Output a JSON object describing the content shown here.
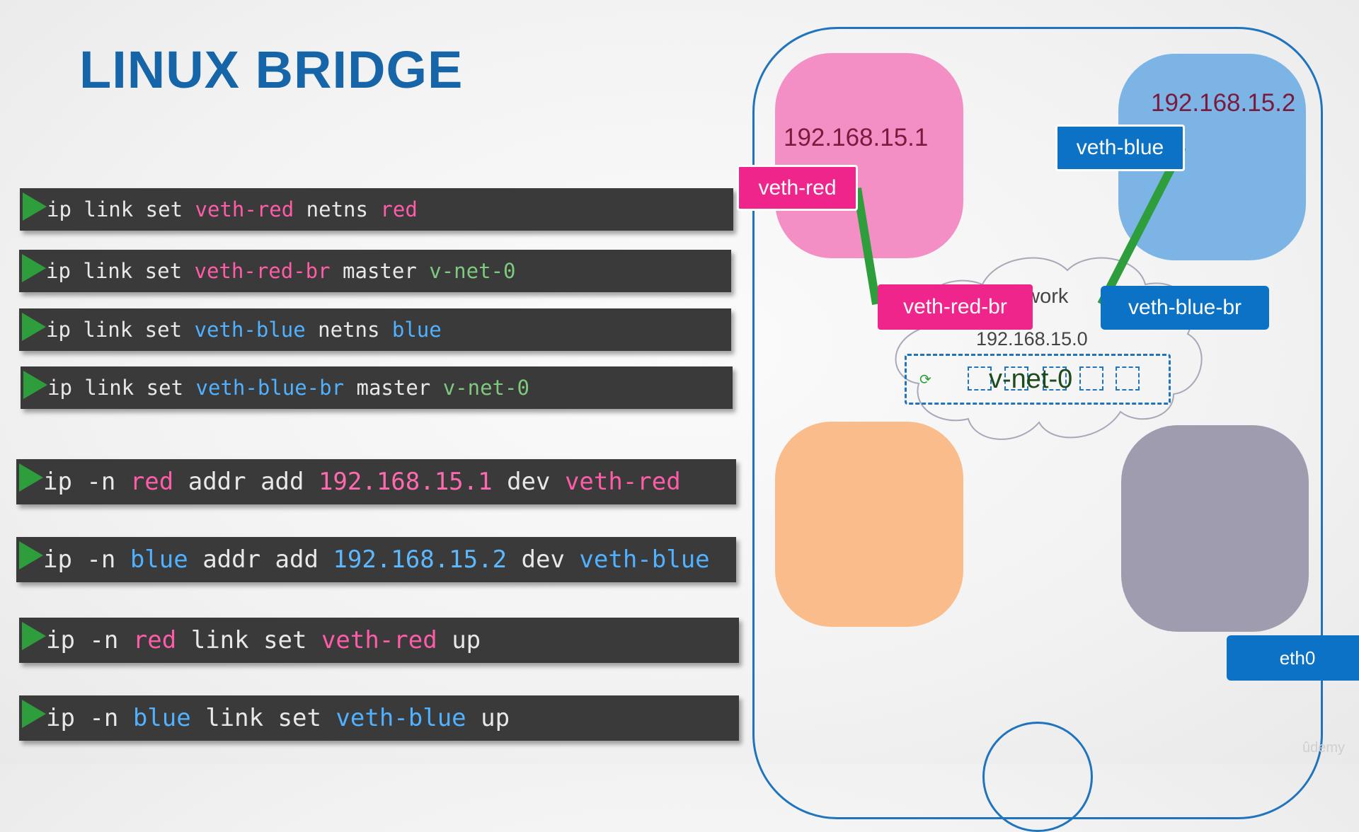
{
  "title": "LINUX BRIDGE",
  "commands": [
    {
      "id": "cmd-1",
      "parts": [
        [
          "ip link set ",
          ""
        ],
        [
          "veth-red",
          "c-red"
        ],
        [
          " netns ",
          ""
        ],
        [
          "red",
          "c-red"
        ]
      ]
    },
    {
      "id": "cmd-2",
      "parts": [
        [
          "ip link set ",
          ""
        ],
        [
          "veth-red-br",
          "c-red"
        ],
        [
          " master ",
          ""
        ],
        [
          "v-net-0",
          "c-green"
        ]
      ]
    },
    {
      "id": "cmd-3",
      "parts": [
        [
          "ip link set ",
          ""
        ],
        [
          "veth-blue",
          "c-blue"
        ],
        [
          " netns ",
          ""
        ],
        [
          "blue",
          "c-blue"
        ]
      ]
    },
    {
      "id": "cmd-4",
      "parts": [
        [
          "ip link set ",
          ""
        ],
        [
          "veth-blue-br",
          "c-blue"
        ],
        [
          " master ",
          ""
        ],
        [
          "v-net-0",
          "c-green"
        ]
      ]
    },
    {
      "id": "cmd-5",
      "parts": [
        [
          "ip -n ",
          ""
        ],
        [
          "red",
          "c-red"
        ],
        [
          " addr add ",
          ""
        ],
        [
          "192.168.15.1",
          "c-ip-red"
        ],
        [
          " dev ",
          ""
        ],
        [
          "veth-red",
          "c-red"
        ]
      ]
    },
    {
      "id": "cmd-6",
      "parts": [
        [
          "ip -n ",
          ""
        ],
        [
          "blue",
          "c-blue"
        ],
        [
          " addr add ",
          ""
        ],
        [
          "192.168.15.2",
          "c-ip-blue"
        ],
        [
          " dev ",
          ""
        ],
        [
          "veth-blue",
          "c-blue"
        ]
      ]
    },
    {
      "id": "cmd-7",
      "parts": [
        [
          "ip -n ",
          ""
        ],
        [
          "red",
          "c-red"
        ],
        [
          " link set ",
          ""
        ],
        [
          "veth-red",
          "c-red"
        ],
        [
          " up",
          ""
        ]
      ]
    },
    {
      "id": "cmd-8",
      "parts": [
        [
          "ip -n ",
          ""
        ],
        [
          "blue",
          "c-blue"
        ],
        [
          " link set ",
          ""
        ],
        [
          "veth-blue",
          "c-blue"
        ],
        [
          " up",
          ""
        ]
      ]
    }
  ],
  "diagram": {
    "red_ip": "192.168.15.1",
    "blue_ip": "192.168.15.2",
    "veth_red": "veth-red",
    "veth_blue": "veth-blue",
    "veth_red_br": "veth-red-br",
    "veth_blue_br": "veth-blue-br",
    "network_label": "Network",
    "network_ip": "192.168.15.0",
    "bridge_name": "v-net-0",
    "eth0": "eth0",
    "colors": {
      "red_ns": "#f48fc5",
      "blue_ns": "#7db4e6",
      "orange_ns": "#f9bc8a",
      "gray_ns": "#9e9cae",
      "cable": "#2e9d3b",
      "host_border": "#1f74bd"
    }
  },
  "watermark": "ûdemy"
}
